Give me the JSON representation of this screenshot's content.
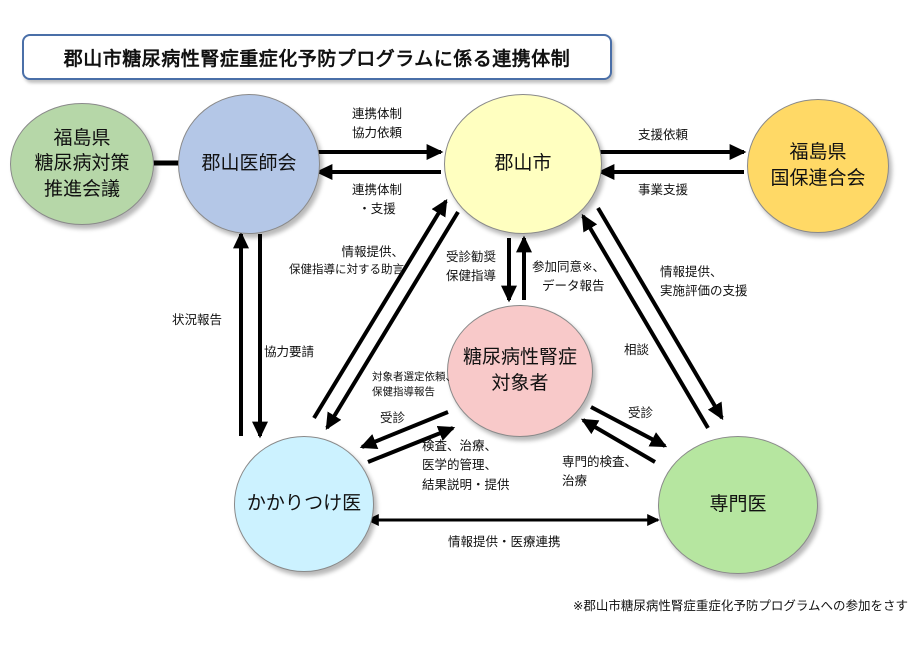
{
  "title": "郡山市糖尿病性腎症重症化予防プログラムに係る連携体制",
  "nodes": {
    "fukushima_council": [
      "福島県",
      "糖尿病対策",
      "推進会議"
    ],
    "medical_association": "郡山医師会",
    "koriyama_city": "郡山市",
    "kokuho": [
      "福島県",
      "国保連合会"
    ],
    "target": [
      "糖尿病性腎症",
      "対象者"
    ],
    "family_doctor": "かかりつけ医",
    "specialist": "専門医"
  },
  "edges": {
    "ma_to_city": [
      "連携体制",
      "協力依頼"
    ],
    "city_to_ma": [
      "連携体制",
      "・支援"
    ],
    "city_to_kokuho": "支援依頼",
    "kokuho_to_city": "事業支援",
    "city_to_fd": [
      "情報提供、",
      "保健指導に対する助言"
    ],
    "fd_to_city": [
      "対象者選定依頼、",
      "保健指導報告"
    ],
    "city_to_target": [
      "受診勧奨",
      "保健指導"
    ],
    "target_to_city": [
      "参加同意※、",
      "データ報告"
    ],
    "city_to_specialist": [
      "情報提供、",
      "実施評価の支援"
    ],
    "specialist_to_city": "相談",
    "fd_to_ma": "状況報告",
    "ma_to_fd": "協力要請",
    "target_to_fd": "受診",
    "fd_to_target": [
      "検査、治療、",
      "医学的管理、",
      "結果説明・提供"
    ],
    "target_to_specialist": "受診",
    "specialist_to_target": [
      "専門的検査、",
      "治療"
    ],
    "fd_specialist": "情報提供・医療連携"
  },
  "footnote": "※郡山市糖尿病性腎症重症化予防プログラムへの参加をさす",
  "colors": {
    "fukushima_council": "#b6d7a8",
    "medical_association": "#b4c7e7",
    "koriyama_city": "#ffffc0",
    "kokuho": "#ffd966",
    "target": "#f8c9c9",
    "family_doctor": "#ccf2ff",
    "specialist": "#b6e6a0",
    "title_border": "#4a6fa8",
    "arrow": "#000000"
  }
}
